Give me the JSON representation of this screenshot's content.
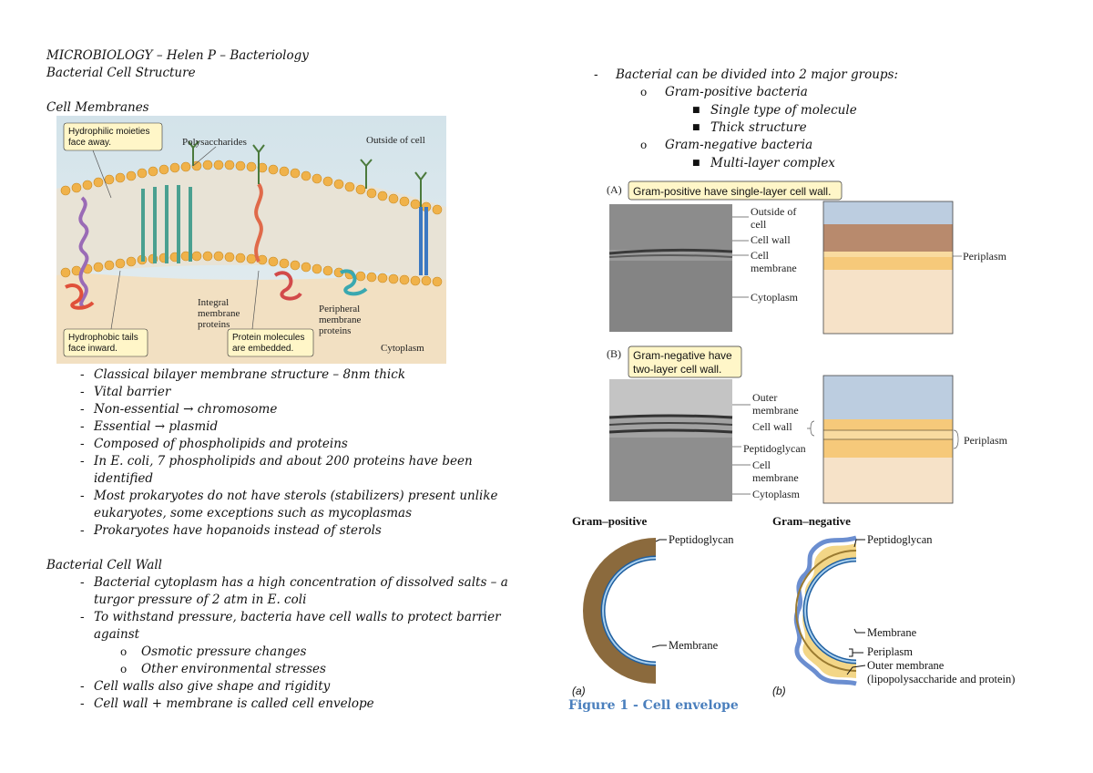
{
  "header": {
    "title": "MICROBIOLOGY – Helen P – Bacteriology",
    "subtitle": "Bacterial Cell Structure"
  },
  "membranes": {
    "heading": "Cell Membranes",
    "figure_labels": {
      "hydrophilic": [
        "Hydrophilic moieties",
        "face away."
      ],
      "polysaccharides": "Polysaccharides",
      "outside": "Outside of cell",
      "integral": [
        "Integral",
        "membrane",
        "proteins"
      ],
      "peripheral": [
        "Peripheral",
        "membrane",
        "proteins"
      ],
      "hydrophobic": [
        "Hydrophobic tails",
        "face inward."
      ],
      "embedded": [
        "Protein molecules",
        "are embedded."
      ],
      "cytoplasm": "Cytoplasm"
    },
    "bullets": [
      "Classical bilayer membrane structure – 8nm thick",
      "Vital barrier",
      "Non-essential → chromosome",
      "Essential → plasmid",
      "Composed of phospholipids and proteins",
      "In E. coli, 7 phospholipids and about 200 proteins have been",
      "identified",
      "Most prokaryotes do not have sterols (stabilizers) present unlike",
      "eukaryotes, some exceptions such as mycoplasmas",
      "Prokaryotes have hopanoids instead of sterols"
    ]
  },
  "cell_wall": {
    "heading": "Bacterial Cell Wall",
    "bullets": [
      "Bacterial cytoplasm has a high concentration of dissolved salts – a",
      "turgor pressure of 2 atm in E. coli",
      "To withstand pressure, bacteria have cell walls to protect barrier",
      "against",
      "Osmotic pressure changes",
      "Other environmental stresses",
      "Cell walls also give shape and rigidity",
      "Cell wall + membrane is called cell envelope"
    ]
  },
  "groups": {
    "intro": "Bacterial can be divided into 2 major groups:",
    "gram_pos": "Gram-positive bacteria",
    "gram_pos_items": [
      "Single type of molecule",
      "Thick structure"
    ],
    "gram_neg": "Gram-negative bacteria",
    "gram_neg_items": [
      "Multi-layer complex"
    ]
  },
  "figure_A": {
    "tag": "(A)",
    "banner": "Gram-positive have single-layer cell wall.",
    "labels": [
      "Outside of",
      "cell",
      "Cell wall",
      "Cell",
      "membrane",
      "Cytoplasm"
    ],
    "side": "Periplasm"
  },
  "figure_B": {
    "tag": "(B)",
    "banner": [
      "Gram-negative have",
      "two-layer cell wall."
    ],
    "labels": [
      "Outer",
      "membrane",
      "Cell wall",
      "Peptidoglycan",
      "Cell",
      "membrane",
      "Cytoplasm"
    ],
    "side": "Periplasm"
  },
  "figure_diagram": {
    "pos_title": "Gram–positive",
    "neg_title": "Gram–negative",
    "pos_labels": [
      "Peptidoglycan",
      "Membrane"
    ],
    "neg_labels": [
      "Peptidoglycan",
      "Membrane",
      "Periplasm",
      "Outer membrane",
      "(lipopolysaccharide and protein)"
    ],
    "panel_a": "(a)",
    "panel_b": "(b)"
  },
  "caption": "Figure 1 - Cell envelope",
  "colors": {
    "caption": "#4a7fbd",
    "outside_blue": "#bccde0",
    "wall_brown": "#b88a6d",
    "periplasm_yellow": "#f6c97a",
    "cytoplasm_peach": "#f6e2c8",
    "peptidoglycan_brown": "#8b6a3d"
  }
}
